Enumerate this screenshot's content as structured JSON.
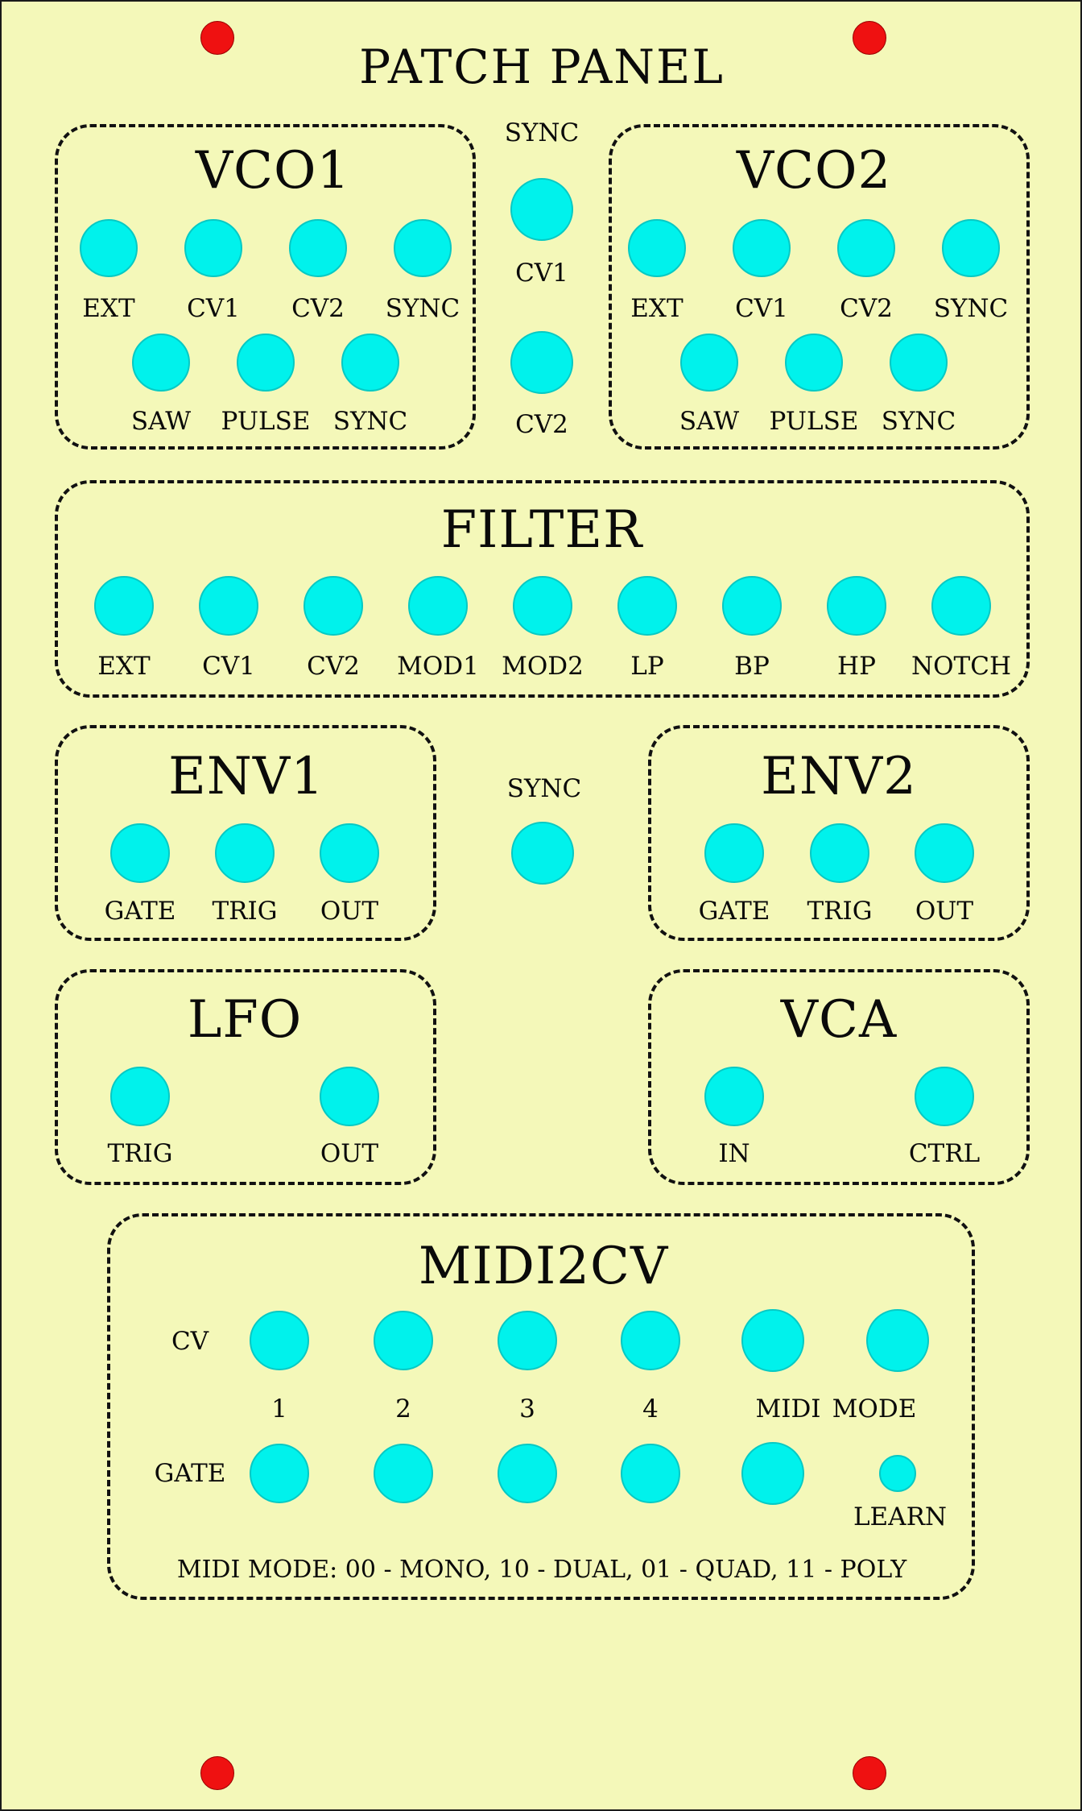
{
  "panel": {
    "title": "PATCH PANEL",
    "colors": {
      "background": "#f4f8b9",
      "jack": "#00f2ec",
      "screw": "#ef1111",
      "border": "#111111"
    }
  },
  "vco1": {
    "title": "VCO1",
    "inputs": [
      "EXT",
      "CV1",
      "CV2",
      "SYNC"
    ],
    "outputs": [
      "SAW",
      "PULSE",
      "SYNC"
    ]
  },
  "vco_shared": {
    "labels": [
      "SYNC",
      "CV1",
      "CV2"
    ]
  },
  "vco2": {
    "title": "VCO2",
    "inputs": [
      "EXT",
      "CV1",
      "CV2",
      "SYNC"
    ],
    "outputs": [
      "SAW",
      "PULSE",
      "SYNC"
    ]
  },
  "filter": {
    "title": "FILTER",
    "jacks": [
      "EXT",
      "CV1",
      "CV2",
      "MOD1",
      "MOD2",
      "LP",
      "BP",
      "HP",
      "NOTCH"
    ]
  },
  "env1": {
    "title": "ENV1",
    "jacks": [
      "GATE",
      "TRIG",
      "OUT"
    ]
  },
  "env_shared": {
    "label": "SYNC"
  },
  "env2": {
    "title": "ENV2",
    "jacks": [
      "GATE",
      "TRIG",
      "OUT"
    ]
  },
  "lfo": {
    "title": "LFO",
    "jacks": [
      "TRIG",
      "OUT"
    ]
  },
  "vca": {
    "title": "VCA",
    "jacks": [
      "IN",
      "CTRL"
    ]
  },
  "midi2cv": {
    "title": "MIDI2CV",
    "cv_label": "CV",
    "gate_label": "GATE",
    "channels": [
      "1",
      "2",
      "3",
      "4"
    ],
    "midi_label": "MIDI",
    "mode_label": "MODE",
    "learn_label": "LEARN",
    "mode_note": "MIDI MODE:  00 - MONO, 10 - DUAL, 01 - QUAD, 11 - POLY"
  }
}
